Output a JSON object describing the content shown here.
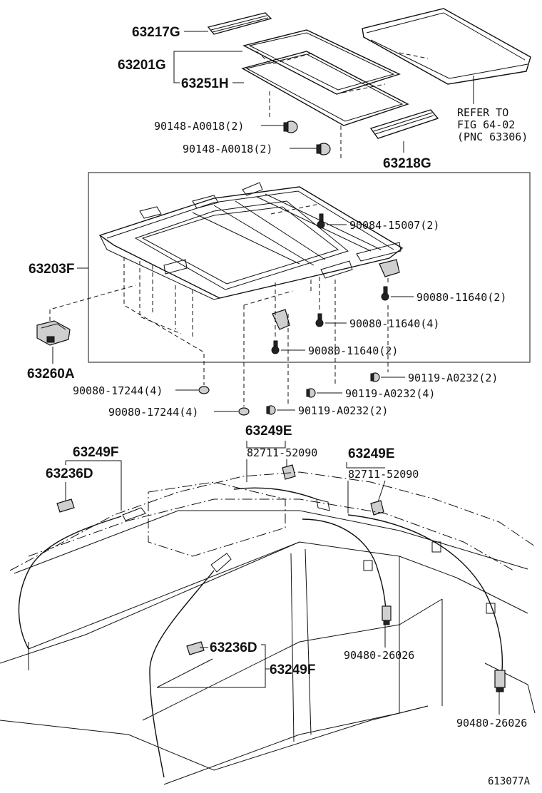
{
  "callouts": {
    "p63217G": "63217G",
    "p63201G": "63201G",
    "p63251H": "63251H",
    "p90148a": "90148-A0018(2)",
    "p90148b": "90148-A0018(2)",
    "p63218G": "63218G",
    "refer1": "REFER TO",
    "refer2": "FIG 64-02",
    "refer3": "(PNC 63306)",
    "p90084": "90084-15007(2)",
    "p63203F": "63203F",
    "p90080_11640a": "90080-11640(2)",
    "p90080_11640b": "90080-11640(4)",
    "p90080_11640c": "90080-11640(2)",
    "p63260A": "63260A",
    "p90119a": "90119-A0232(2)",
    "p90119b": "90119-A0232(4)",
    "p90119c": "90119-A0232(2)",
    "p90080_17244a": "90080-17244(4)",
    "p90080_17244b": "90080-17244(4)",
    "p63249E_a": "63249E",
    "p82711a": "82711-52090",
    "p63249E_b": "63249E",
    "p82711b": "82711-52090",
    "p63249F_a": "63249F",
    "p63236D_a": "63236D",
    "p63236D_b": "63236D",
    "p63249F_b": "63249F",
    "p90480a": "90480-26026",
    "p90480b": "90480-26026",
    "figure_code": "613077A"
  }
}
